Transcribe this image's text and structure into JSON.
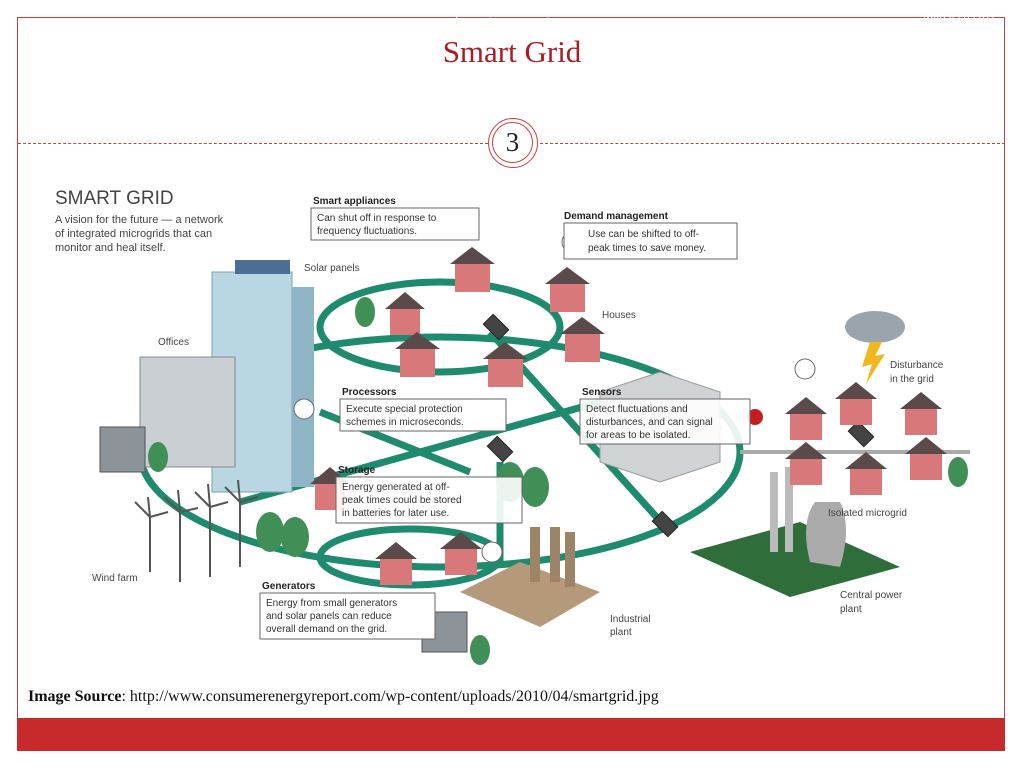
{
  "slide": {
    "title": "Smart Grid",
    "slide_number": "3",
    "image_source_label": "Image Source",
    "image_source_url": "http://www.consumerenergyreport.com/wp-content/uploads/2010/04/smartgrid.jpg"
  },
  "footer": {
    "workshop": "Third Workshop on Cyber Security and Global affairs",
    "date": "March 28,2011"
  },
  "diagram": {
    "heading": "SMART GRID",
    "subtitle_lines": [
      "A vision for the future — a network",
      "of integrated microgrids that can",
      "monitor and heal itself."
    ],
    "labels": {
      "solar_panels": "Solar panels",
      "offices": "Offices",
      "houses": "Houses",
      "wind_farm": "Wind farm",
      "industrial_plant": [
        "Industrial",
        "plant"
      ],
      "central_power_plant": [
        "Central power",
        "plant"
      ],
      "isolated_microgrid": "Isolated microgrid",
      "disturbance": [
        "Disturbance",
        "in the grid"
      ]
    },
    "callouts": {
      "smart_appliances": {
        "title": "Smart appliances",
        "lines": [
          "Can shut off in response to",
          "frequency fluctuations."
        ]
      },
      "demand_management": {
        "title": "Demand management",
        "lines": [
          "Use can be shifted to off-",
          "peak times to save money."
        ]
      },
      "processors": {
        "title": "Processors",
        "lines": [
          "Execute special protection",
          "schemes in microseconds."
        ]
      },
      "sensors": {
        "title": "Sensors",
        "lines": [
          "Detect fluctuations and",
          "disturbances, and can signal",
          "for areas to be isolated."
        ]
      },
      "storage": {
        "title": "Storage",
        "lines": [
          "Energy generated at off-",
          "peak times could be stored",
          "in batteries for later use."
        ]
      },
      "generators": {
        "title": "Generators",
        "lines": [
          "Energy from small generators",
          "and solar panels can reduce",
          "overall demand on the grid."
        ]
      }
    },
    "colors": {
      "grid": "#1e8a6e",
      "house_wall": "#d9787a",
      "house_roof": "#5a4a4a",
      "building": "#b9d7e3",
      "callout_border": "#666666"
    }
  }
}
